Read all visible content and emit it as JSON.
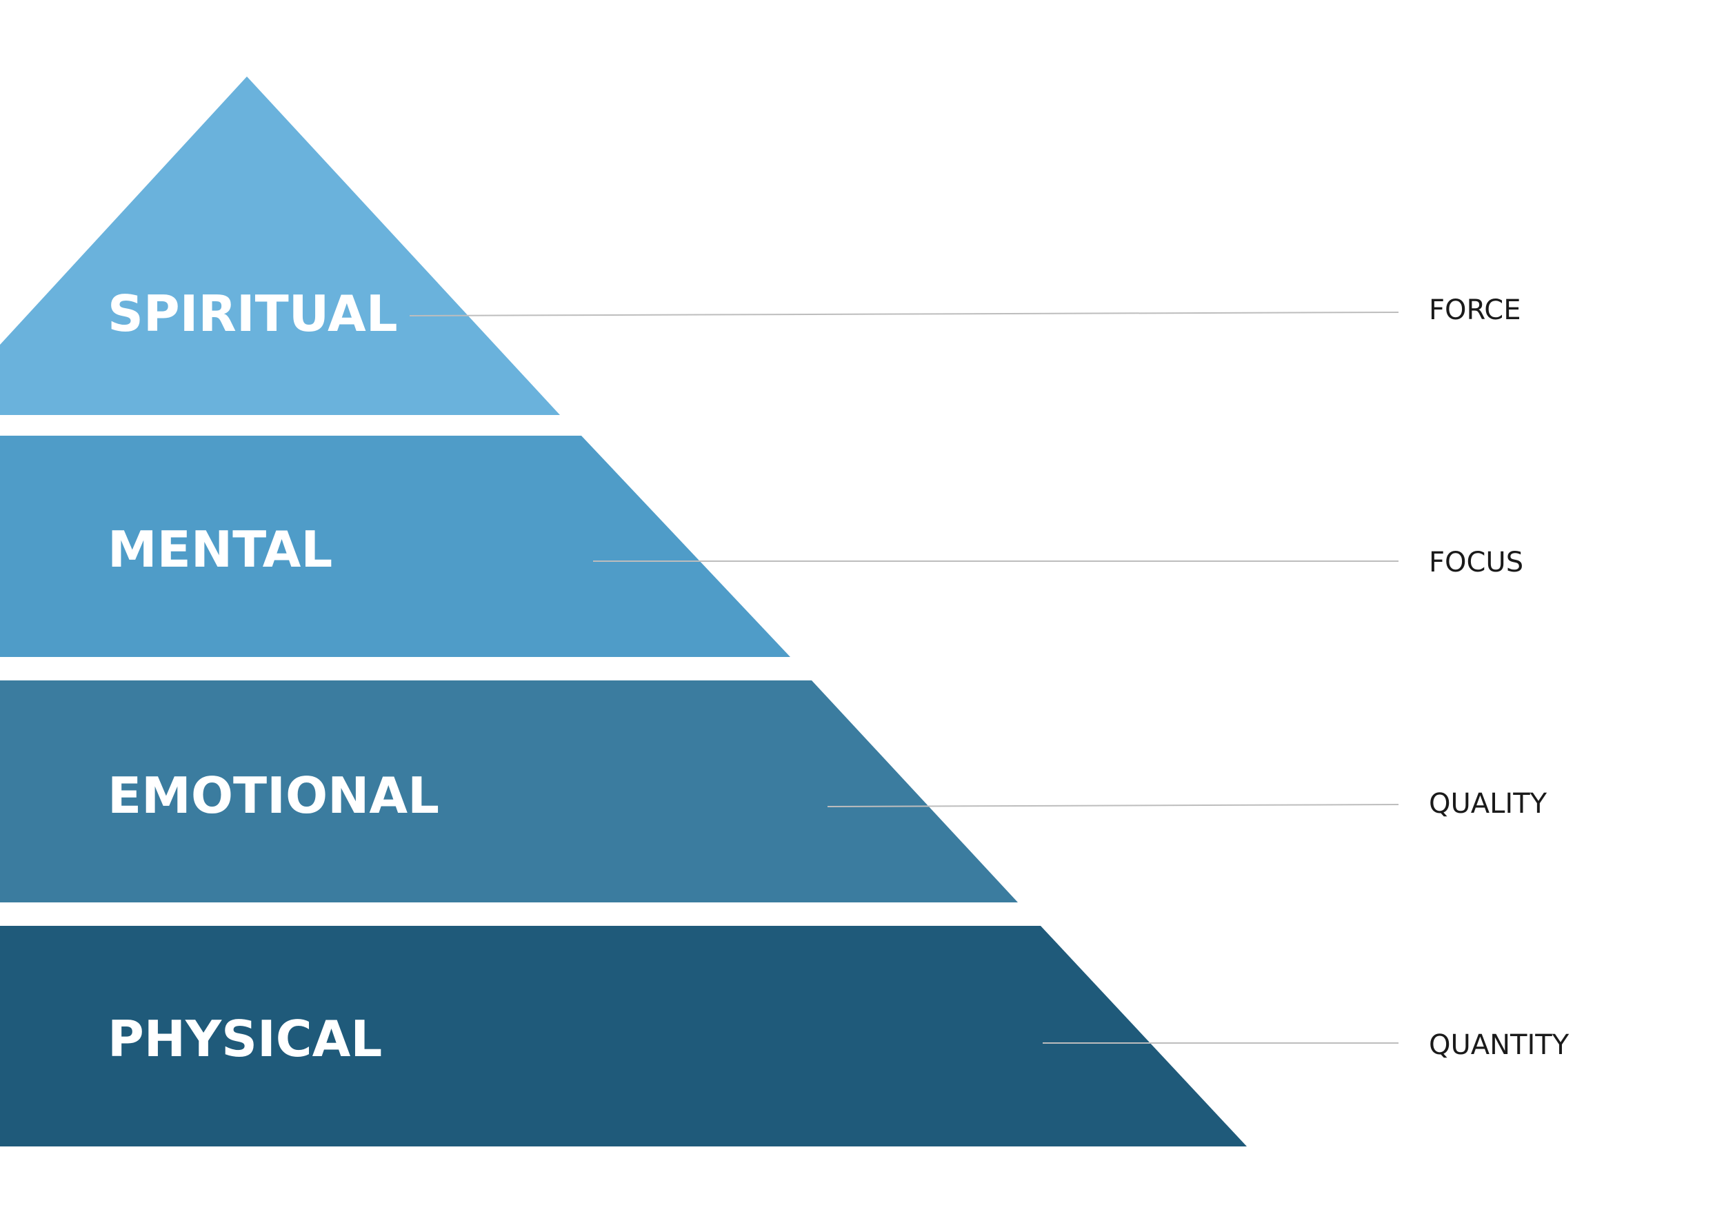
{
  "diagram": {
    "tiers": [
      {
        "label": "SPIRITUAL",
        "descriptor": "FORCE",
        "color": "#6ab2dc"
      },
      {
        "label": "MENTAL",
        "descriptor": "FOCUS",
        "color": "#4f9cc8"
      },
      {
        "label": "EMOTIONAL",
        "descriptor": "QUALITY",
        "color": "#3b7c9f"
      },
      {
        "label": "PHYSICAL",
        "descriptor": "QUANTITY",
        "color": "#1f5a7a"
      }
    ]
  }
}
